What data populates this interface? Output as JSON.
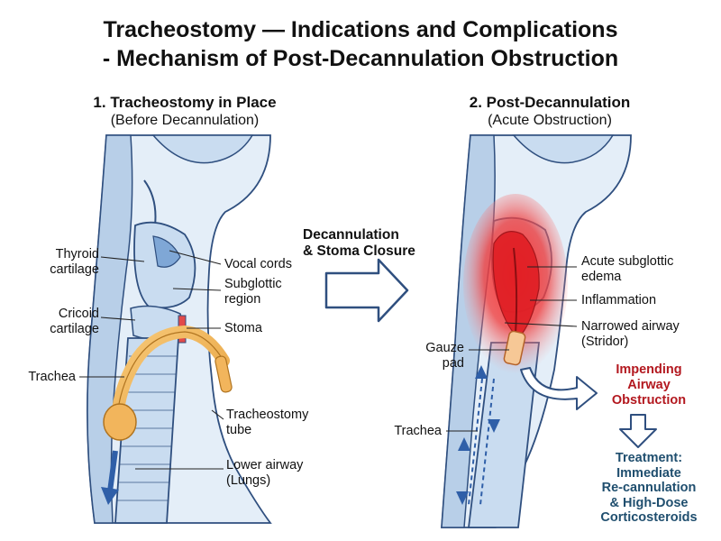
{
  "title_line1": "Tracheostomy — Indications and Complications",
  "title_line2": "- Mechanism of Post-Decannulation Obstruction",
  "panel1": {
    "title": "1. Tracheostomy in Place",
    "subtitle": "(Before Decannulation)",
    "labels": {
      "thyroid_1": "Thyroid",
      "thyroid_2": "cartilage",
      "cricoid_1": "Cricoid",
      "cricoid_2": "cartilage",
      "trachea": "Trachea",
      "vocal_cords": "Vocal cords",
      "subglottic_1": "Subglottic",
      "subglottic_2": "region",
      "stoma": "Stoma",
      "tube_1": "Tracheostomy",
      "tube_2": "tube",
      "lower_1": "Lower airway",
      "lower_2": "(Lungs)"
    }
  },
  "transition": {
    "line1": "Decannulation",
    "line2": "& Stoma Closure"
  },
  "panel2": {
    "title": "2. Post-Decannulation",
    "subtitle": "(Acute Obstruction)",
    "labels": {
      "edema_1": "Acute subglottic",
      "edema_2": "edema",
      "inflammation": "Inflammation",
      "narrowed_1": "Narrowed airway",
      "narrowed_2": "(Stridor)",
      "gauze_1": "Gauze",
      "gauze_2": "pad",
      "trachea": "Trachea"
    }
  },
  "outcome": {
    "line1": "Impending",
    "line2": "Airway",
    "line3": "Obstruction"
  },
  "treatment": {
    "line1": "Treatment:",
    "line2": "Immediate",
    "line3": "Re-cannulation",
    "line4": "& High-Dose",
    "line5": "Corticosteroids"
  },
  "colors": {
    "outline": "#2f4f7f",
    "tissue": "#c9dcf0",
    "tissue_light": "#e4eef8",
    "tube": "#f2b55c",
    "inflamed": "#e8262a",
    "alert": "#b3181f",
    "treatment": "#1f4e6e"
  }
}
